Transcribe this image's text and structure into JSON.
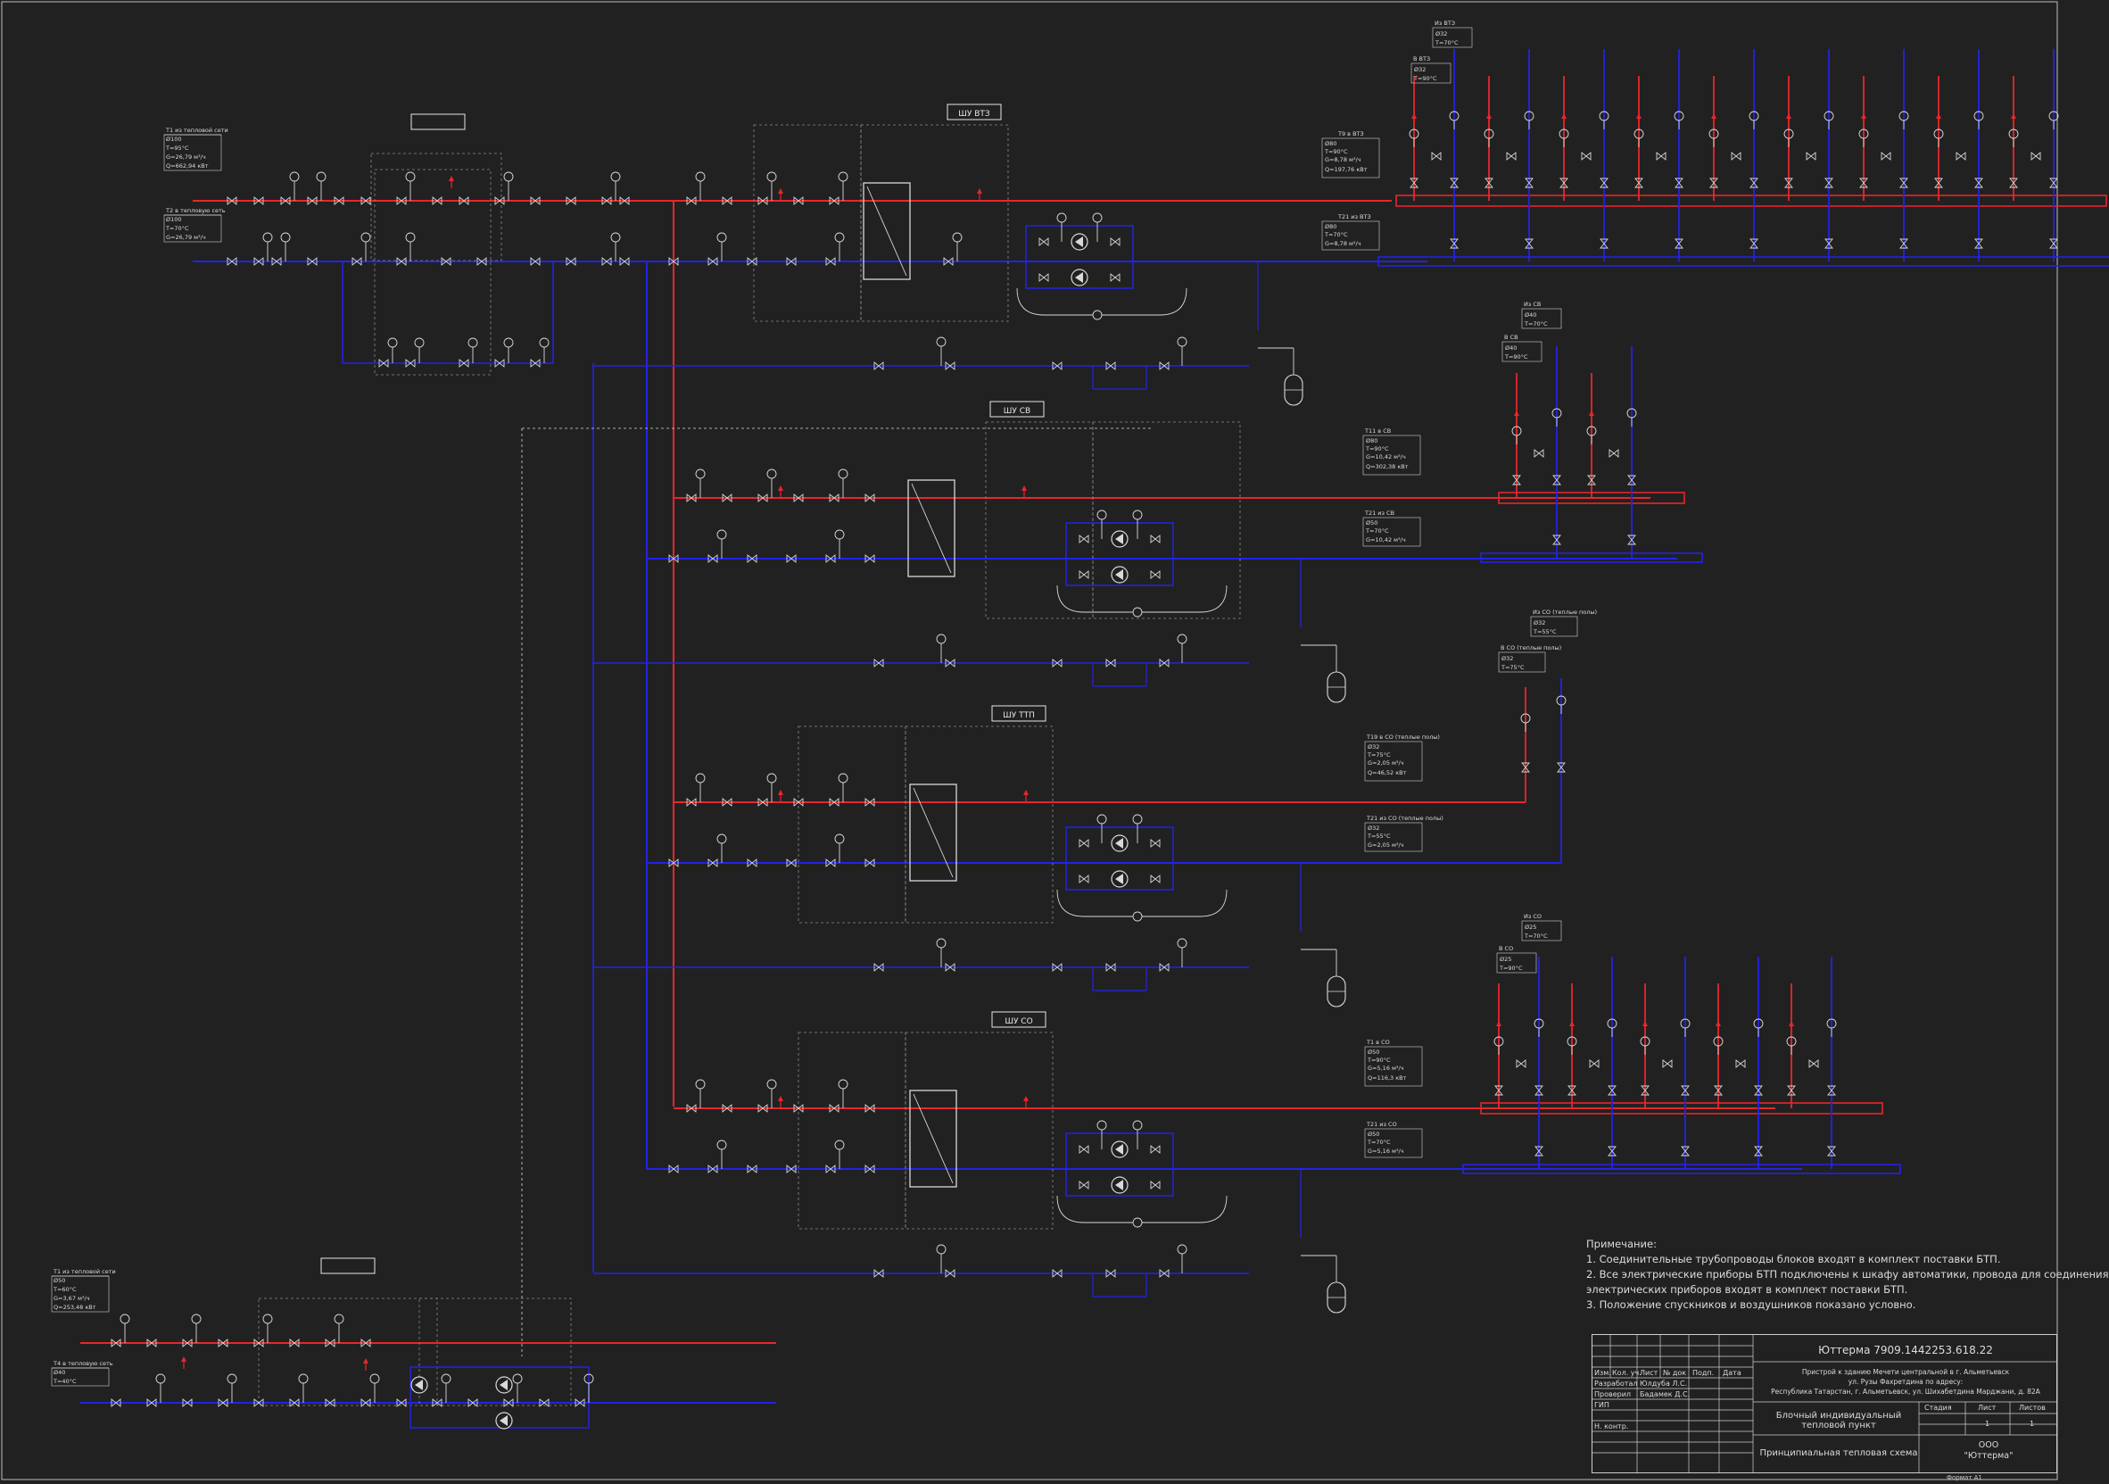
{
  "colors": {
    "background": "#212121",
    "supply": "#e8262b",
    "return": "#2323e6",
    "line": "#d9d9d9",
    "dashed": "#8a8a8a"
  },
  "header": {
    "top_box": "",
    "cabinet_vtz": "ШУ ВТЗ",
    "cabinet_sv": "ШУ СВ",
    "cabinet_ttp": "ШУ ТТП",
    "cabinet_so": "ШУ СО"
  },
  "network_inputs": {
    "t1": {
      "title": "Т1 из тепловой сети",
      "dn": "Ø100",
      "temp": "Т=95°С",
      "flow": "G=26,79 м³/ч",
      "power": "Q=662,94 кВт"
    },
    "t2": {
      "title": "Т2 в тепловую сеть",
      "dn": "Ø100",
      "temp": "Т=70°С",
      "flow": "G=26,79 м³/ч"
    },
    "t1_lower": {
      "title": "Т1 из тепловой сети",
      "dn": "Ø50",
      "temp": "Т=60°С",
      "flow": "G=3,67 м³/ч",
      "power": "Q=253,48 кВт"
    },
    "t4_lower": {
      "title": "Т4 в тепловую сеть",
      "dn": "Ø40",
      "temp": "Т=40°С"
    }
  },
  "circuits": {
    "vtz_out": {
      "title": "Т9 в ВТЗ",
      "dn": "Ø80",
      "temp": "Т=90°С",
      "flow": "G=8,78 м³/ч",
      "power": "Q=197,76 кВт"
    },
    "vtz_in": {
      "title": "Т21 из ВТЗ",
      "dn": "Ø80",
      "temp": "Т=70°С",
      "flow": "G=8,78 м³/ч"
    },
    "sv_out": {
      "title": "Т11 в СВ",
      "dn": "Ø80",
      "temp": "Т=90°С",
      "flow": "G=10,42 м³/ч",
      "power": "Q=302,38 кВт"
    },
    "sv_in": {
      "title": "Т21 из СВ",
      "dn": "Ø50",
      "temp": "Т=70°С",
      "flow": "G=10,42 м³/ч"
    },
    "ttp_out": {
      "title": "Т19 в СО (теплые полы)",
      "dn": "Ø32",
      "temp": "Т=75°С",
      "flow": "G=2,05 м³/ч",
      "power": "Q=46,52 кВт"
    },
    "ttp_in": {
      "title": "Т21 из СО (теплые полы)",
      "dn": "Ø32",
      "temp": "Т=55°С",
      "flow": "G=2,05 м³/ч"
    },
    "so_out": {
      "title": "Т1 в СО",
      "dn": "Ø50",
      "temp": "Т=90°С",
      "flow": "G=5,16 м³/ч",
      "power": "Q=116,3 кВт"
    },
    "so_in": {
      "title": "Т21 из СО",
      "dn": "Ø50",
      "temp": "Т=70°С",
      "flow": "G=5,16 м³/ч"
    }
  },
  "consumers": {
    "vtz_in_label": "В ВТЗ",
    "vtz_out_label": "Из ВТЗ",
    "vtz_dn": "Ø32",
    "vtz_temp_in": "Т=90°С",
    "vtz_temp_out": "Т=70°С",
    "sv_in_label": "В СВ",
    "sv_out_label": "Из СВ",
    "sv_dn": "Ø40",
    "sv_temp_in": "Т=90°С",
    "sv_temp_out": "Т=70°С",
    "ttp_in_label": "В СО (теплые полы)",
    "ttp_out_label": "Из СО (теплые полы)",
    "ttp_dn": "Ø32",
    "ttp_temp_in": "Т=75°С",
    "ttp_temp_out": "Т=55°С",
    "so_in_label": "В СО",
    "so_out_label": "Из СО",
    "so_dn": "Ø25",
    "so_temp_in": "Т=90°С",
    "so_temp_out": "Т=70°С"
  },
  "notes": {
    "title": "Примечание:",
    "items": [
      "1. Соединительные трубопроводы блоков входят в комплект поставки БТП.",
      "2. Все электрические приборы БТП подключены к шкафу автоматики, провода для соединения",
      "электрических приборов входят в комплект поставки БТП.",
      "3. Положение спускников и воздушников показано условно."
    ]
  },
  "title_block": {
    "code": "Юттерма 7909.1442253.618.22",
    "address_1": "Пристрой к зданию Мечети центральной в г. Альметьевск",
    "address_2": "ул. Рузы Фахретдина по адресу:",
    "address_3": "Республика Татарстан, г. Альметьевск, ул. Шихабетдина Марджани, д. 82А",
    "col_izm": "Изм.",
    "col_kol": "Кол. уч.",
    "col_list": "Лист",
    "col_doc": "№ док",
    "col_podp": "Подп.",
    "col_date": "Дата",
    "role_1": "Разработал",
    "role_2": "Проверил",
    "role_3": "ГИП",
    "role_4": "Н. контр.",
    "name_1": "Юлдуба Л.С.",
    "name_2": "Бадамек Д.С.",
    "object_name": "Блочный индивидуальный тепловой пункт",
    "sheet_name": "Принципиальная тепловая схема",
    "stage_label": "Стадия",
    "sheet_label": "Лист",
    "sheets_label": "Листов",
    "sheet_no": "1",
    "sheets_no": "1",
    "org_1": "ООО",
    "org_2": "\"Юттерма\""
  },
  "format": "Формат А1"
}
